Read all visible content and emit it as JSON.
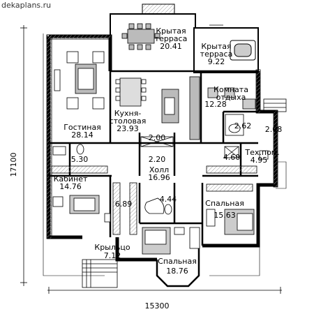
{
  "watermark": "dekaplans.ru",
  "dimensions": {
    "width": "15300",
    "height": "17100"
  },
  "rooms": {
    "terrace_top_label1": "Крытая",
    "terrace_top_label2": "терраса",
    "terrace_top_area": "20.41",
    "terrace_right_label1": "Крытая",
    "terrace_right_label2": "терраса",
    "terrace_right_area": "9.22",
    "living_label": "Гостиная",
    "living_area": "28.14",
    "kitchen_label1": "Кухня-",
    "kitchen_label2": "столовая",
    "kitchen_area": "23.93",
    "rest_label1": "Комната",
    "rest_label2": "отдыха",
    "rest_area": "12.28",
    "bath_small_area": "2.62",
    "porch_right_area": "2.08",
    "closet_a_area": "2.00",
    "closet_b_area": "2.20",
    "wc_left_area": "5.30",
    "hall_label": "Холл",
    "hall_area": "16.96",
    "shower_area": "4.60",
    "tech_label": "Тех.пом.",
    "tech_area": "4.95",
    "study_label": "Кабинет",
    "study_area": "14.76",
    "dressing_area": "6.89",
    "bath_area": "4.44",
    "bedroom_right_label": "Спальная",
    "bedroom_right_area": "15.63",
    "porch_label": "Крыльцо",
    "porch_area": "7.12",
    "bedroom_bottom_label": "Спальная",
    "bedroom_bottom_area": "18.76"
  }
}
